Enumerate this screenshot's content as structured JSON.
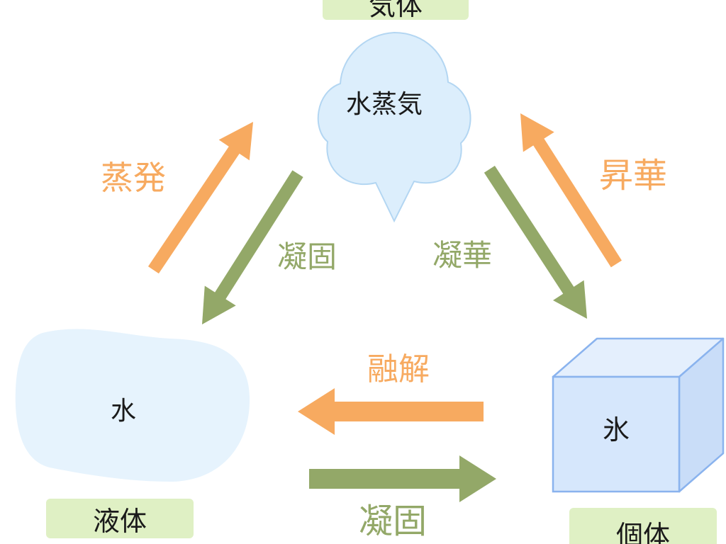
{
  "states": {
    "gas": "気体",
    "liquid": "液体",
    "solid": "個体"
  },
  "substances": {
    "vapor": "水蒸気",
    "water": "水",
    "ice": "氷"
  },
  "transitions": {
    "evaporation": "蒸発",
    "condensation_to_liquid": "凝固",
    "deposition": "凝華",
    "sublimation": "昇華",
    "melting": "融解",
    "freezing": "凝固"
  },
  "colors": {
    "orange_arrow": "#f7aa60",
    "green_arrow": "#93a868",
    "state_label_bg": "#dff0c4",
    "cloud_fill": "#dceefc",
    "cloud_stroke": "#b3d6f2",
    "water_fill": "#e6f3fd",
    "ice_fill": "#d6e7fc",
    "ice_stroke": "#8ab3ee"
  }
}
